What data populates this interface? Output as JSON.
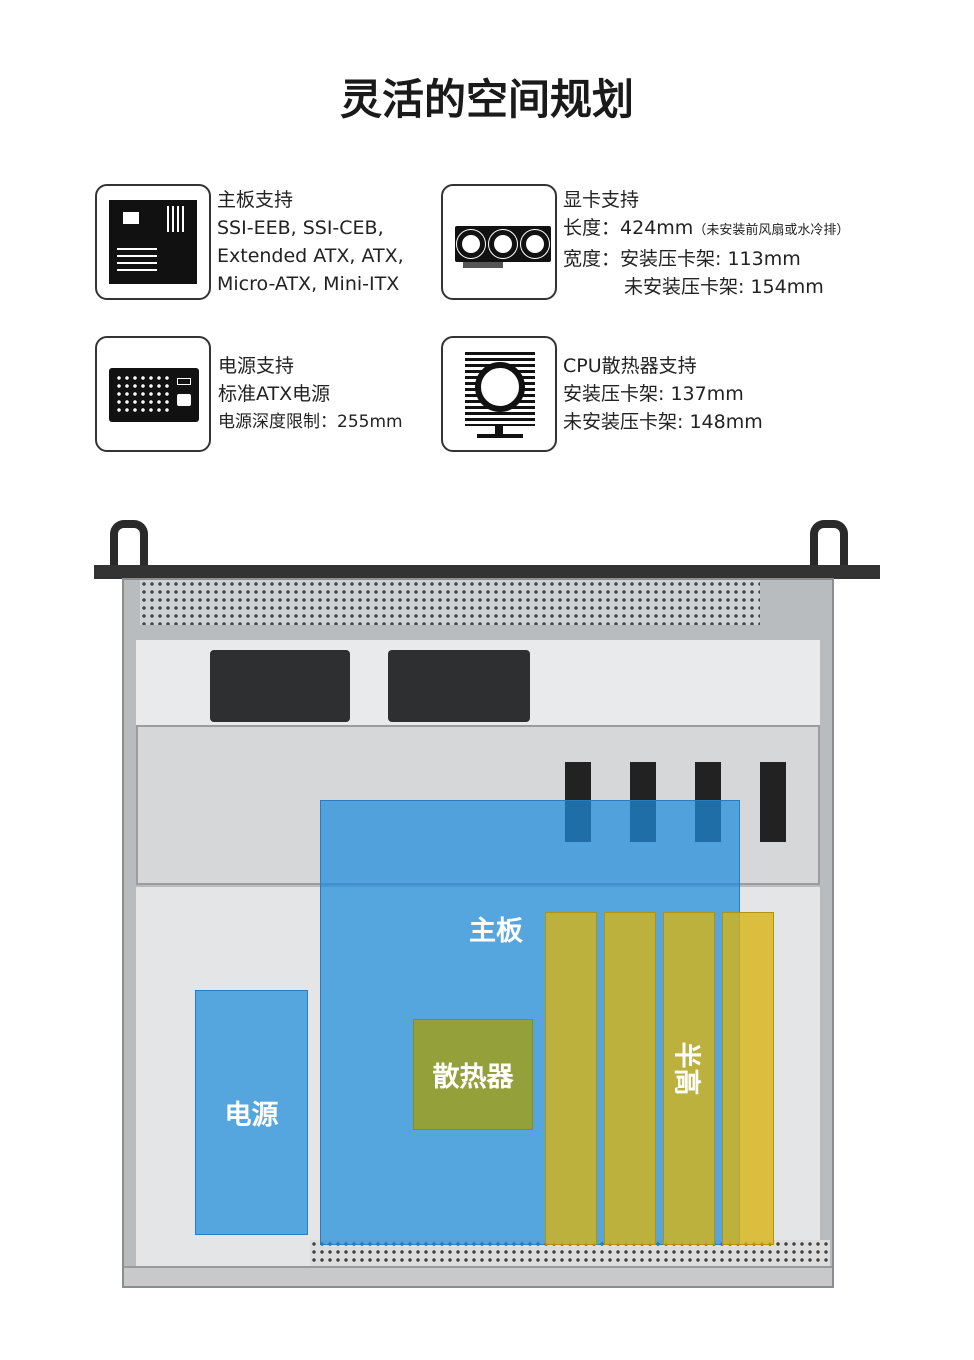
{
  "title": "灵活的空间规划",
  "specs": {
    "motherboard": {
      "heading": "主板支持",
      "lines": [
        "SSI-EEB, SSI-CEB,",
        "Extended ATX, ATX,",
        "Micro-ATX, Mini-ITX"
      ]
    },
    "gpu": {
      "heading": "显卡支持",
      "length_label": "长度：",
      "length_value": "424mm",
      "length_note": "（未安装前风扇或水冷排）",
      "width_label": "宽度：",
      "width_with": "安装压卡架: 113mm",
      "width_without": "未安装压卡架: 154mm"
    },
    "psu": {
      "heading": "电源支持",
      "line1": "标准ATX电源",
      "line2": "电源深度限制：255mm"
    },
    "cpu_cooler": {
      "heading": "CPU散热器支持",
      "line1": "安装压卡架: 137mm",
      "line2": "未安装压卡架: 148mm"
    }
  },
  "diagram": {
    "motherboard": "主板",
    "psu": "电源",
    "heatsink": "散热器",
    "half_height": "半高"
  },
  "colors": {
    "blue": "#1e8cdc",
    "olive": "#a0a01e",
    "yellow": "#d7b414"
  }
}
